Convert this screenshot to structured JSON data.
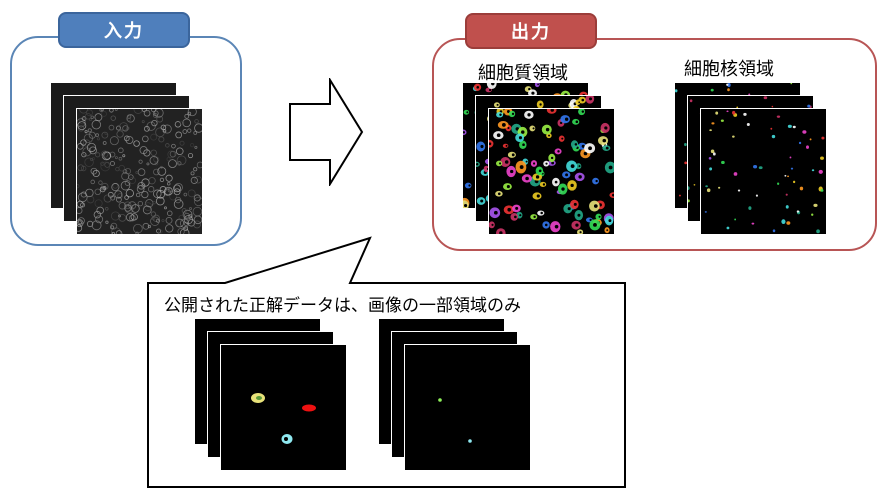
{
  "input": {
    "title": "入力"
  },
  "output": {
    "title": "出力",
    "cytoplasm_label": "細胞質領域",
    "nucleus_label": "細胞核領域"
  },
  "callout": {
    "text": "公開された正解データは、画像の一部領域のみ"
  },
  "colors": {
    "input_accent": "#4f7fbc",
    "output_accent": "#c0504d",
    "input_border": "#5b86b6",
    "output_border": "#b85555"
  }
}
